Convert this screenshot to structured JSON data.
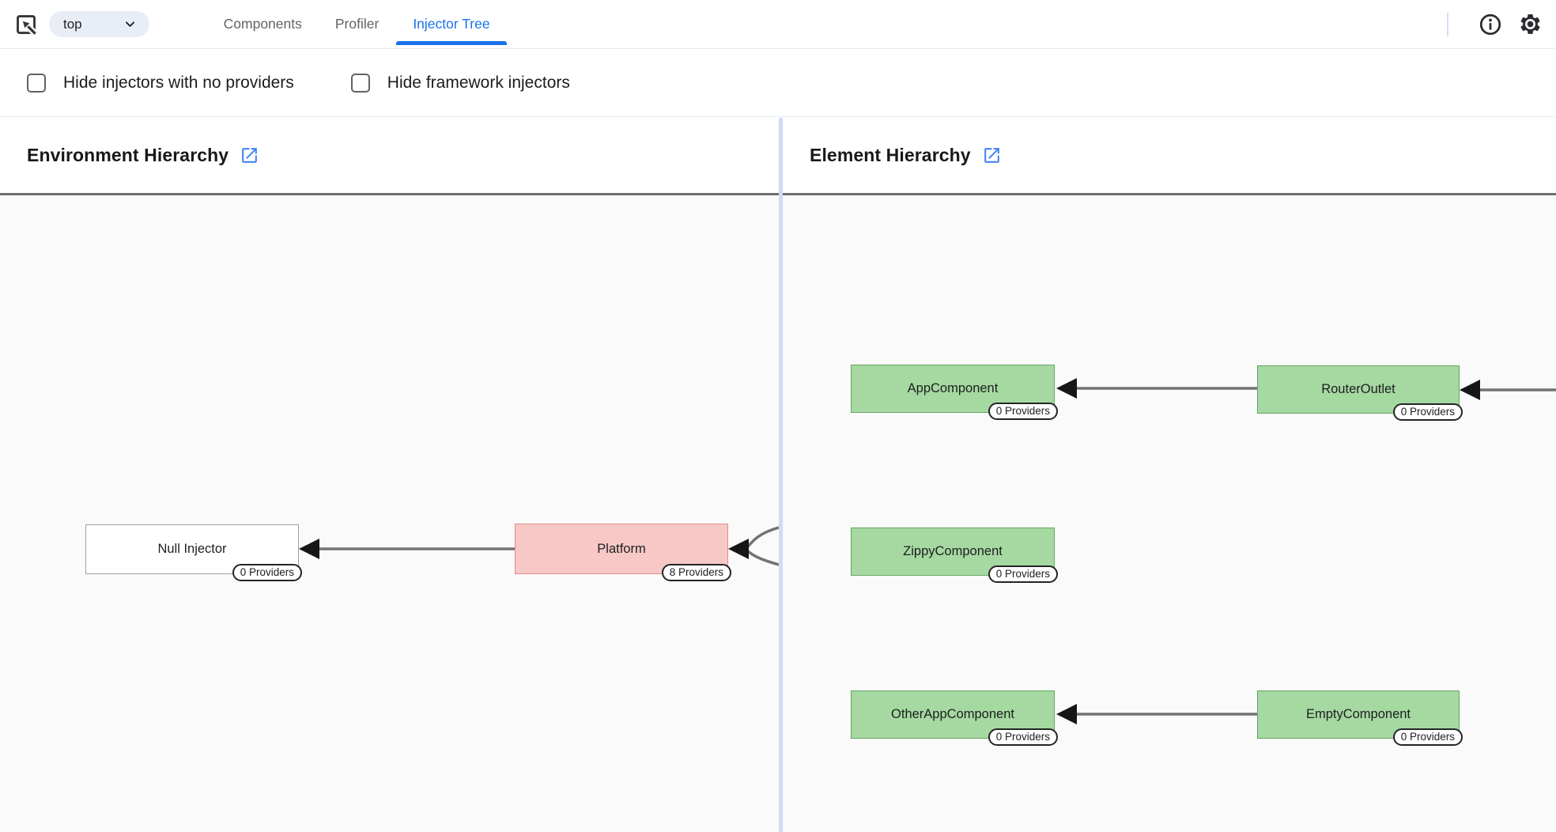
{
  "toolbar": {
    "frame_selector": {
      "value": "top"
    },
    "tabs": [
      {
        "label": "Components",
        "active": false
      },
      {
        "label": "Profiler",
        "active": false
      },
      {
        "label": "Injector Tree",
        "active": true
      }
    ]
  },
  "filters": {
    "hide_no_providers_label": "Hide injectors with no providers",
    "hide_framework_label": "Hide framework injectors"
  },
  "panels": {
    "environment": {
      "title": "Environment Hierarchy",
      "nodes": [
        {
          "label": "Null Injector",
          "providers_label": "0 Providers"
        },
        {
          "label": "Platform",
          "providers_label": "8 Providers"
        }
      ]
    },
    "element": {
      "title": "Element Hierarchy",
      "nodes": [
        {
          "label": "AppComponent",
          "providers_label": "0 Providers"
        },
        {
          "label": "RouterOutlet",
          "providers_label": "0 Providers"
        },
        {
          "label": "ZippyComponent",
          "providers_label": "0 Providers"
        },
        {
          "label": "OtherAppComponent",
          "providers_label": "0 Providers"
        },
        {
          "label": "EmptyComponent",
          "providers_label": "0 Providers"
        }
      ]
    }
  },
  "colors": {
    "accent_blue": "#1a73e8",
    "link_icon_blue": "#4285f4",
    "element_node_fill": "#a5d9a1",
    "element_node_border": "#68a665",
    "platform_node_fill": "#f7c8c6",
    "platform_node_border": "#e18b88",
    "edge_gray": "#737373",
    "panel_divider": "#cfdcf5"
  }
}
